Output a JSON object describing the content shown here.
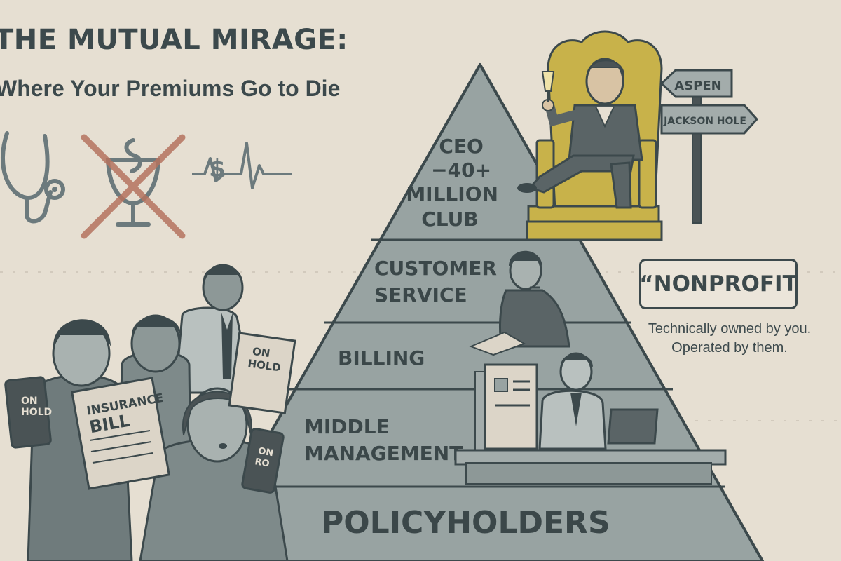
{
  "header": {
    "title": "THE MUTUAL MIRAGE:",
    "subtitle": "Where Your Premiums Go to Die"
  },
  "icons": [
    "stethoscope-icon",
    "crossed-out-medicine-icon",
    "dollar-heartbeat-icon"
  ],
  "pyramid": {
    "tiers": [
      {
        "lines": [
          "CEO",
          "−40+",
          "MILLION",
          "CLUB"
        ]
      },
      {
        "lines": [
          "CUSTOMER",
          "SERVICE"
        ]
      },
      {
        "lines": [
          "BILLING"
        ]
      },
      {
        "lines": [
          "MIDDLE",
          "MANAGEMENT"
        ]
      },
      {
        "lines": [
          "POLICYHOLDERS"
        ]
      }
    ]
  },
  "signpost": {
    "top": "ASPEN",
    "bottom": "JACKSON HOLE"
  },
  "crowd": {
    "phone_left": [
      "ON",
      "HOLD"
    ],
    "bill": [
      "INSURANCE",
      "BILL"
    ],
    "sign_right": [
      "ON",
      "HOLD"
    ],
    "phone_right": [
      "ON",
      "RO"
    ]
  },
  "callout": {
    "label": "“NONPROFIT",
    "caption": "Technically owned by you. Operated by them."
  },
  "colors": {
    "background": "#e6dfd2",
    "pyramid": "#98a3a2",
    "ink": "#3c494c",
    "gold": "#c8b24a",
    "cross": "#b5735f"
  }
}
